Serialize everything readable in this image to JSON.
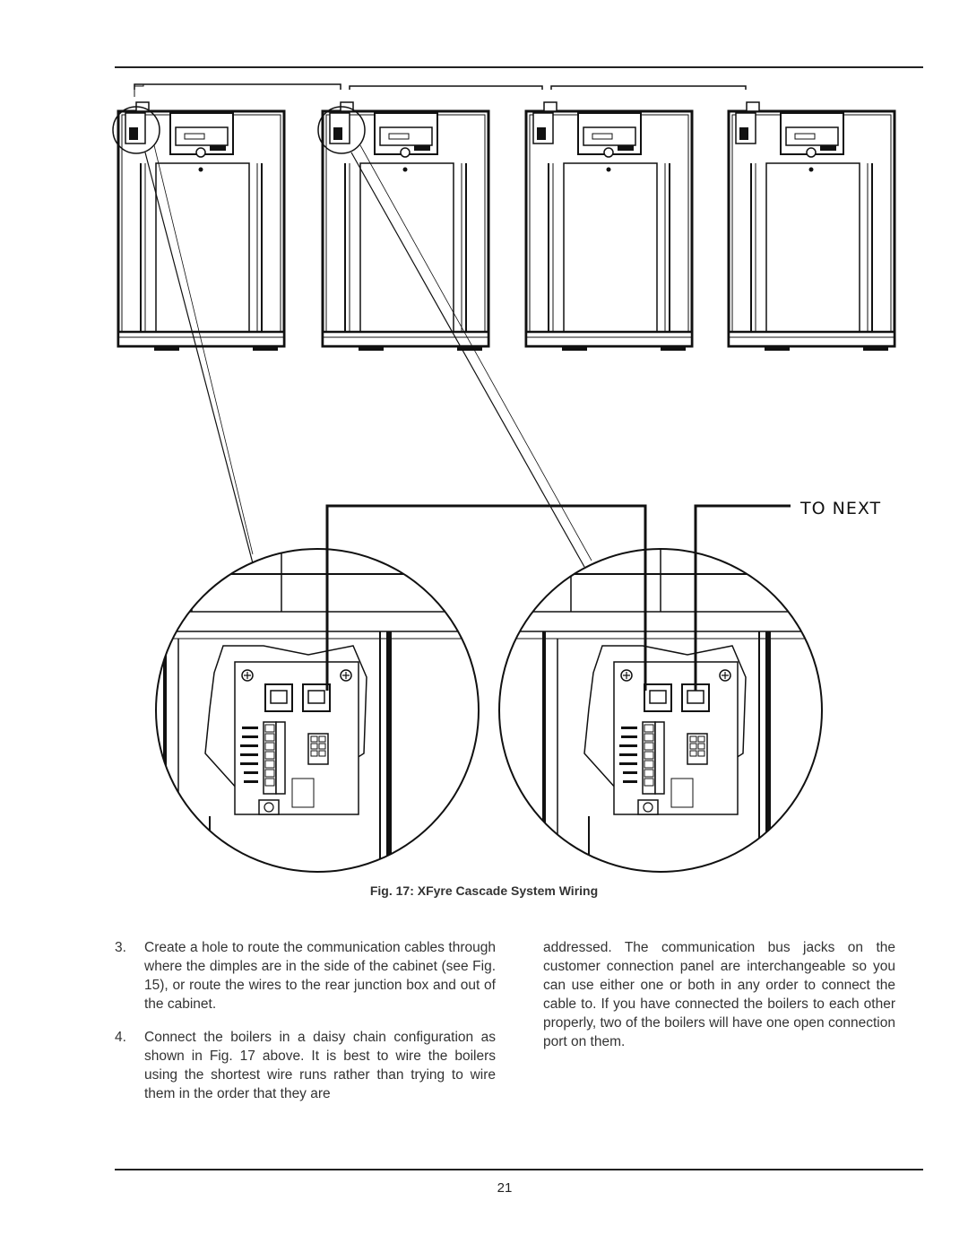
{
  "figure": {
    "to_next_label": "TO NEXT",
    "caption": "Fig. 17: XFyre Cascade System Wiring",
    "boiler_count": 4,
    "detail_count": 2
  },
  "body_text": {
    "items": [
      {
        "number": "3.",
        "text": "Create a hole to route the communication cables through where the dimples are in the side of the cabinet (see Fig. 15), or route the wires to the rear junction box and out of the cabinet."
      },
      {
        "number": "4.",
        "text": "Connect the boilers in a daisy chain configuration as shown in Fig. 17 above. It is best to wire the boilers using the shortest wire runs rather than trying to wire them in the order that they are"
      }
    ],
    "continuation": "addressed. The communication bus jacks on the customer connection panel are interchangeable so you can use either one or both in any order to connect the cable to. If you have connected the boilers to each other properly, two of the boilers will have one open connection port on them."
  },
  "footer": {
    "page_number": "21"
  }
}
